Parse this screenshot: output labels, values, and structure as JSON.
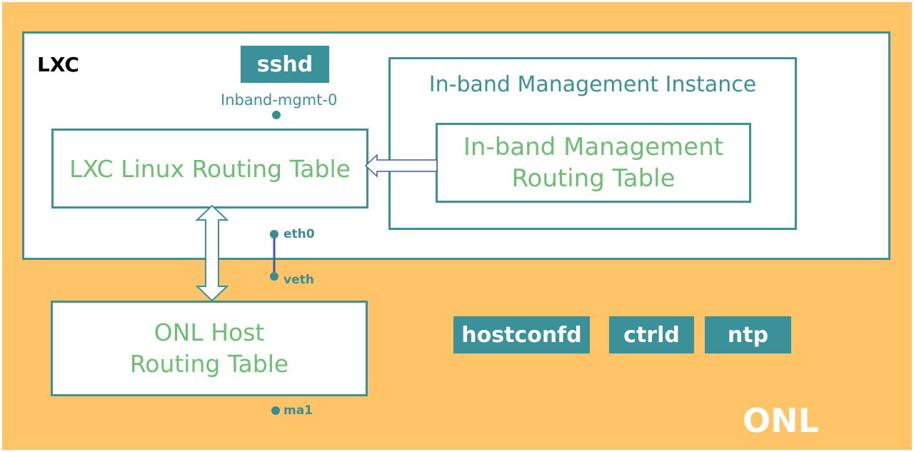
{
  "onl": {
    "label": "ONL"
  },
  "lxc": {
    "label": "LXC"
  },
  "services": {
    "sshd": "sshd",
    "hostconfd": "hostconfd",
    "ctrld": "ctrld",
    "ntp": "ntp"
  },
  "interfaces": {
    "inband": "Inband-mgmt-0",
    "eth0": "eth0",
    "veth": "veth",
    "ma1": "ma1"
  },
  "tables": {
    "lxc_routing": "LXC Linux Routing Table",
    "inband_instance": "In-band Management Instance",
    "inband_routing_line1": "In-band Management",
    "inband_routing_line2": "Routing Table",
    "onl_host_line1": "ONL Host",
    "onl_host_line2": "Routing Table"
  },
  "colors": {
    "onl_background": "#FFC468",
    "teal": "#3A9199",
    "green_text": "#6DBE72",
    "link_blue": "#3D5AA8"
  }
}
